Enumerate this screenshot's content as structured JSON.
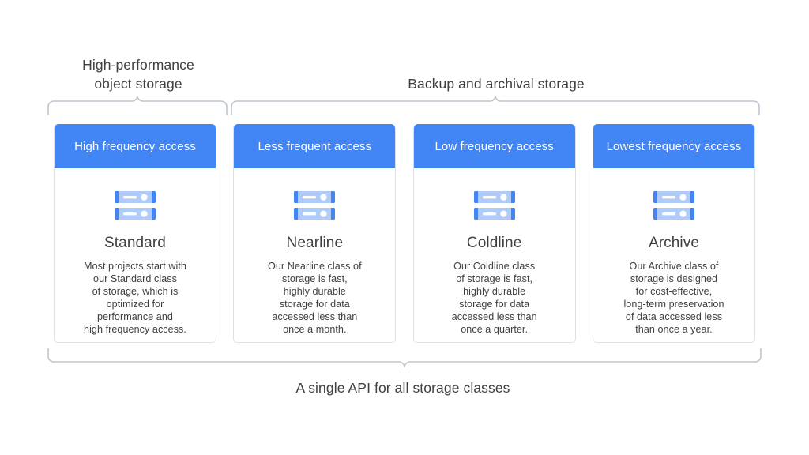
{
  "diagram": {
    "title_groups": {
      "high_performance": "High-performance\nobject storage",
      "backup": "Backup and archival storage",
      "bottom": "A single API for all storage classes"
    },
    "colors": {
      "header_blue": "#4285f4",
      "icon_dark_blue": "#4285f4",
      "icon_light_blue": "#aecbfa",
      "card_border": "#dfe1e5",
      "bracket_gray": "#bdc6ce",
      "text_gray": "#3c4043",
      "background": "#ffffff"
    },
    "icon_name": "server-rack-icon",
    "cards": [
      {
        "header": "High frequency access",
        "title": "Standard",
        "description": "Most projects start with\nour Standard class\nof storage, which is\noptimized for\nperformance and\nhigh frequency access."
      },
      {
        "header": "Less frequent access",
        "title": "Nearline",
        "description": "Our Nearline class of\nstorage is fast,\nhighly durable\nstorage for data\naccessed less than\nonce a month."
      },
      {
        "header": "Low frequency access",
        "title": "Coldline",
        "description": "Our Coldline class\nof storage is fast,\nhighly durable\nstorage for data\naccessed less than\nonce a quarter."
      },
      {
        "header": "Lowest frequency access",
        "title": "Archive",
        "description": "Our Archive class of\nstorage is designed\nfor cost-effective,\nlong-term preservation\nof data accessed less\nthan once a year."
      }
    ]
  }
}
